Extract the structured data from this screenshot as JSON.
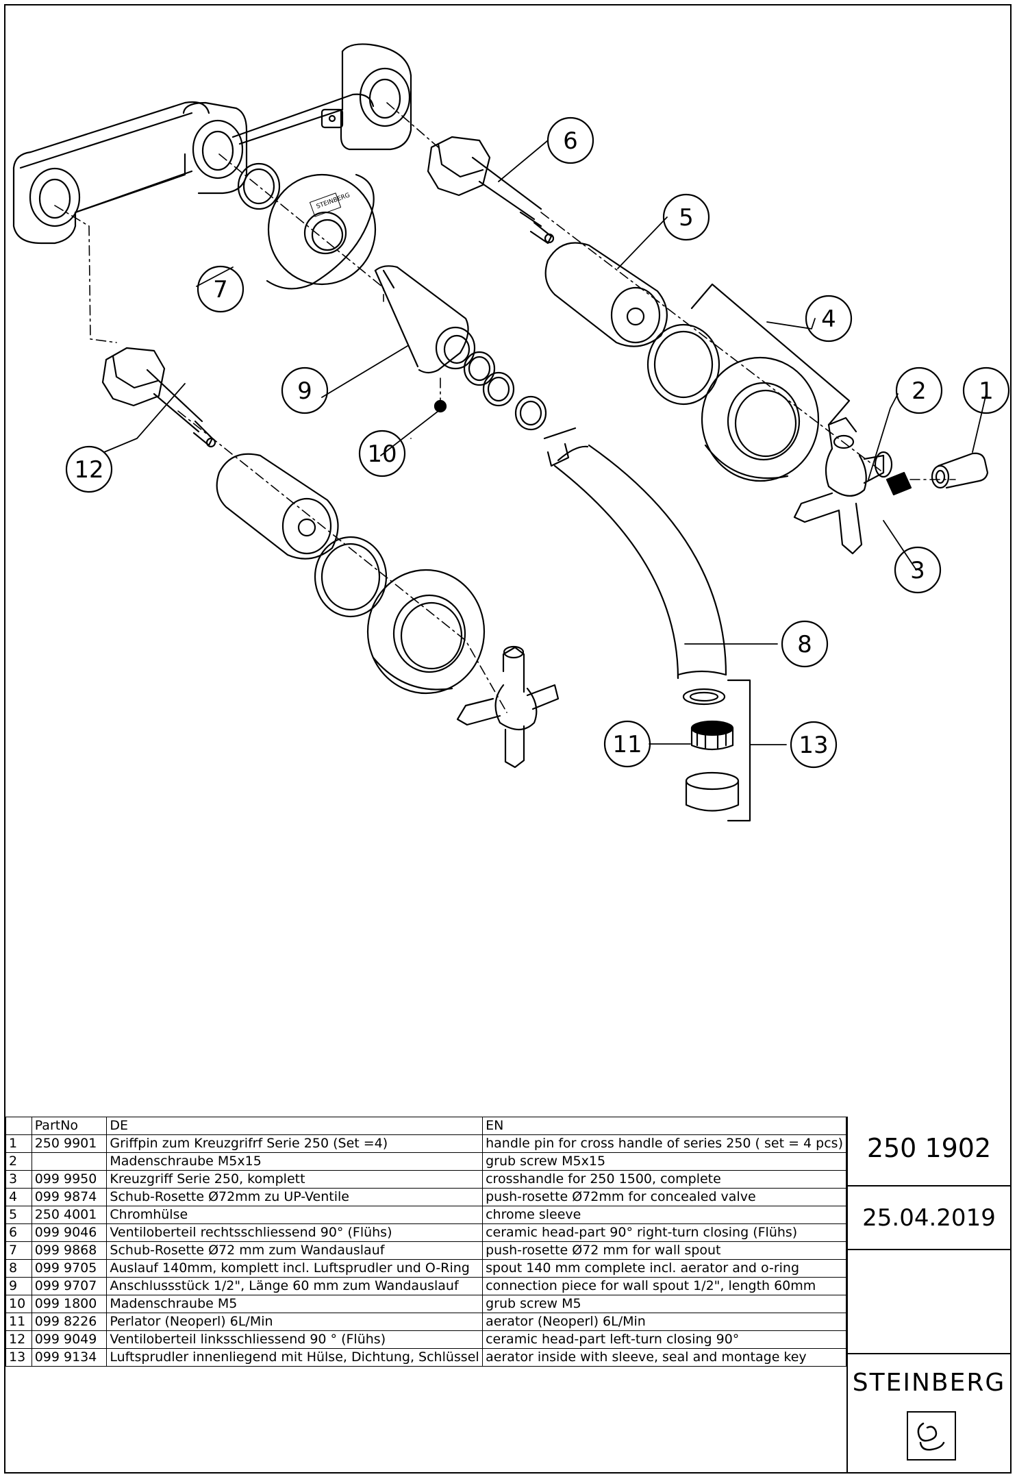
{
  "callouts": [
    "1",
    "2",
    "3",
    "4",
    "5",
    "6",
    "7",
    "8",
    "9",
    "10",
    "11",
    "12",
    "13"
  ],
  "brand_mark_text": "STEINBERG",
  "table": {
    "headers": [
      "",
      "PartNo",
      "DE",
      "EN"
    ],
    "rows": [
      [
        "1",
        "250 9901",
        "Griffpin zum Kreuzgrifrf Serie 250 (Set =4)",
        "handle pin for cross handle of series 250 ( set = 4 pcs)"
      ],
      [
        "2",
        "",
        "Madenschraube M5x15",
        "grub screw M5x15"
      ],
      [
        "3",
        "099 9950",
        "Kreuzgriff Serie 250, komplett",
        "crosshandle for 250 1500, complete"
      ],
      [
        "4",
        "099 9874",
        "Schub-Rosette Ø72mm zu UP-Ventile",
        "push-rosette Ø72mm for concealed valve"
      ],
      [
        "5",
        "250 4001",
        "Chromhülse",
        "chrome sleeve"
      ],
      [
        "6",
        "099 9046",
        "Ventiloberteil rechtsschliessend 90°  (Flühs)",
        "ceramic head-part 90° right-turn closing (Flühs)"
      ],
      [
        "7",
        "099 9868",
        "Schub-Rosette Ø72 mm zum Wandauslauf",
        "push-rosette Ø72 mm for wall spout"
      ],
      [
        "8",
        "099  9705",
        "Auslauf 140mm, komplett incl. Luftsprudler und O-Ring",
        "spout 140 mm complete incl. aerator and o-ring"
      ],
      [
        "9",
        "099 9707",
        "Anschlussstück 1/2\", Länge 60 mm zum Wandauslauf",
        "connection piece for wall spout 1/2\", length 60mm"
      ],
      [
        "10",
        "099 1800",
        "Madenschraube M5",
        "grub screw M5"
      ],
      [
        "11",
        "099 8226",
        "Perlator (Neoperl) 6L/Min",
        "aerator  (Neoperl) 6L/Min"
      ],
      [
        "12",
        "099 9049",
        "Ventiloberteil linksschliessend 90 ° (Flühs)",
        "ceramic head-part left-turn closing 90°"
      ],
      [
        "13",
        "099 9134",
        "Luftsprudler innenliegend mit Hülse, Dichtung, Schlüssel",
        "aerator inside with sleeve, seal and montage key"
      ]
    ]
  },
  "title_block": {
    "drawing_number": "250 1902",
    "date": "25.04.2019",
    "brand": "STEINBERG"
  }
}
